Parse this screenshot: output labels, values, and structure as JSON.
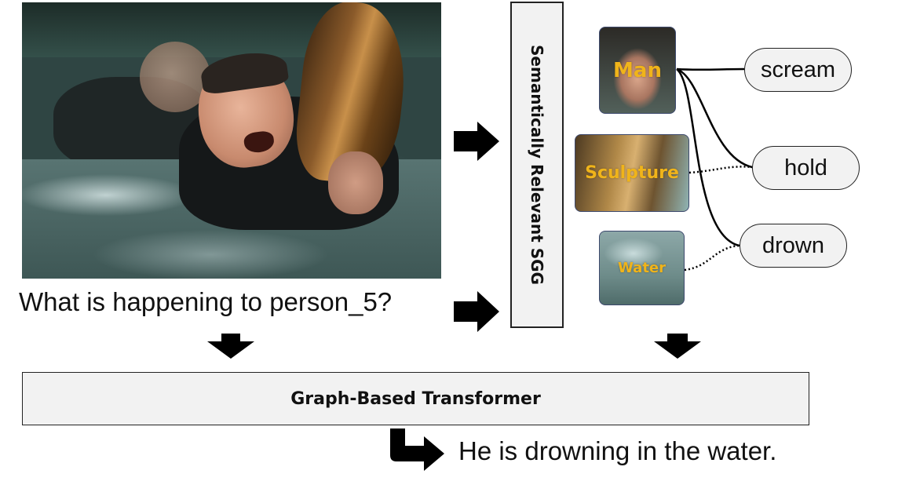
{
  "question": "What is happening to person_5?",
  "sgg_label": "Semantically Relevant SGG",
  "transformer_label": "Graph-Based Transformer",
  "answer": "He is drowning in the water.",
  "objects": {
    "man": "Man",
    "sculpture": "Sculpture",
    "water": "Water"
  },
  "predicates": {
    "scream": "scream",
    "hold": "hold",
    "drown": "drown"
  },
  "colors": {
    "object_label": "#f0b41a",
    "crop_border": "#3e4a6e",
    "box_fill": "#f2f2f2",
    "arrow": "#000000"
  }
}
